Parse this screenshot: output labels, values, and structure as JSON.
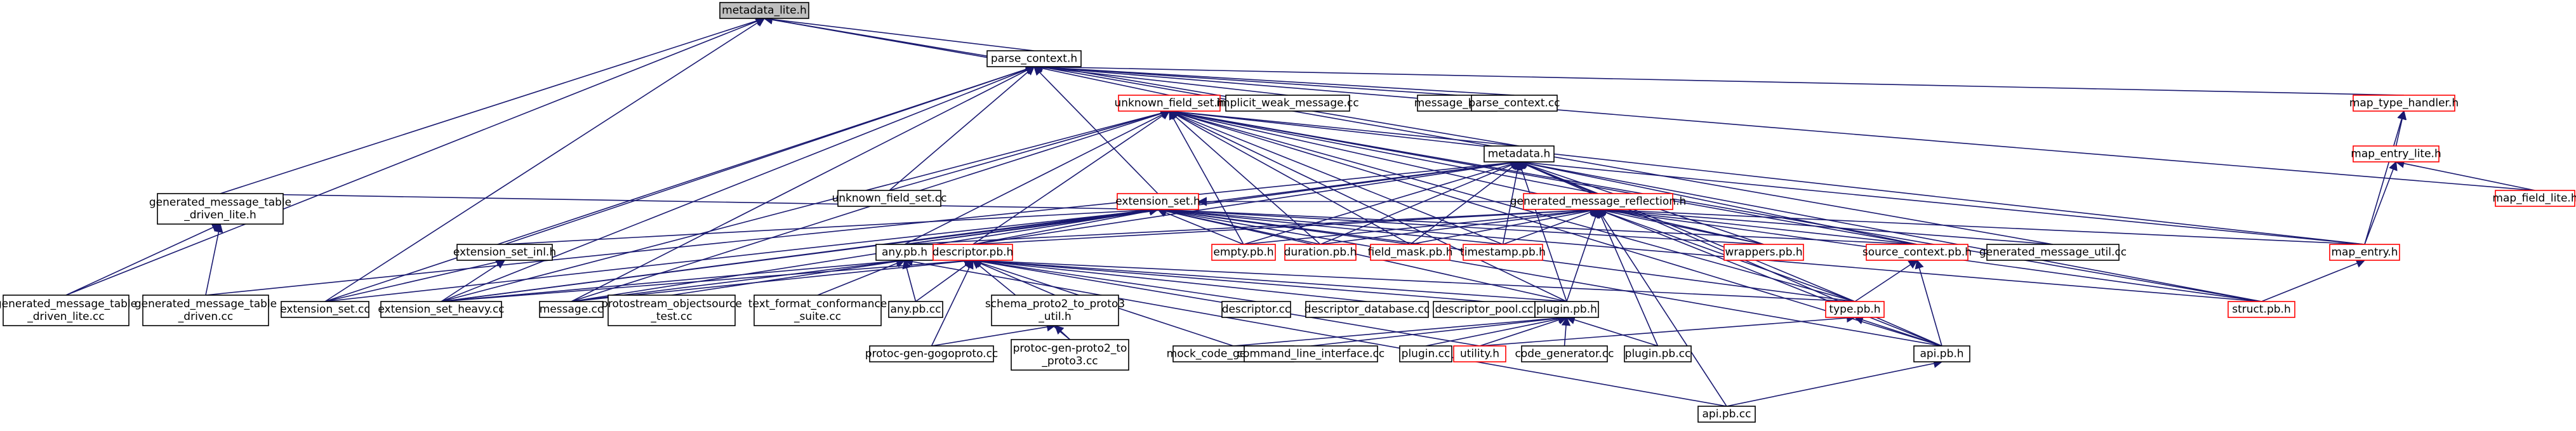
{
  "graph": {
    "nodes": [
      {
        "id": "metadata_lite",
        "label": "metadata_lite.h",
        "style": "current"
      },
      {
        "id": "parse_context",
        "label": "parse_context.h",
        "style": "normal"
      },
      {
        "id": "unknown_field_set",
        "label": "unknown_field_set.h",
        "style": "red"
      },
      {
        "id": "implicit_weak_message",
        "label": "implicit_weak_message.cc",
        "style": "normal"
      },
      {
        "id": "message_lite_cc",
        "label": "message_lite.cc",
        "style": "normal"
      },
      {
        "id": "parse_context_cc",
        "label": "parse_context.cc",
        "style": "normal"
      },
      {
        "id": "map_type_handler",
        "label": "map_type_handler.h",
        "style": "red"
      },
      {
        "id": "metadata",
        "label": "metadata.h",
        "style": "normal"
      },
      {
        "id": "map_entry_lite",
        "label": "map_entry_lite.h",
        "style": "red"
      },
      {
        "id": "map_field_lite",
        "label": "map_field_lite.h",
        "style": "red"
      },
      {
        "id": "unknown_field_set_cc",
        "label": "unknown_field_set.cc",
        "style": "normal"
      },
      {
        "id": "extension_set",
        "label": "extension_set.h",
        "style": "red"
      },
      {
        "id": "generated_message_reflection",
        "label": "generated_message_reflection.h",
        "style": "red"
      },
      {
        "id": "gmt_driven_lite_h",
        "label": [
          "generated_message_table",
          "_driven_lite.h"
        ],
        "style": "normal"
      },
      {
        "id": "extension_set_inl",
        "label": "extension_set_inl.h",
        "style": "normal"
      },
      {
        "id": "any_pb_h",
        "label": "any.pb.h",
        "style": "normal"
      },
      {
        "id": "descriptor_pb_h",
        "label": "descriptor.pb.h",
        "style": "red"
      },
      {
        "id": "empty_pb",
        "label": "empty.pb.h",
        "style": "red"
      },
      {
        "id": "duration_pb",
        "label": "duration.pb.h",
        "style": "red"
      },
      {
        "id": "field_mask_pb",
        "label": "field_mask.pb.h",
        "style": "red"
      },
      {
        "id": "timestamp_pb",
        "label": "timestamp.pb.h",
        "style": "red"
      },
      {
        "id": "wrappers_pb",
        "label": "wrappers.pb.h",
        "style": "red"
      },
      {
        "id": "source_context_pb",
        "label": "source_context.pb.h",
        "style": "red"
      },
      {
        "id": "gm_util_cc",
        "label": "generated_message_util.cc",
        "style": "normal"
      },
      {
        "id": "map_entry",
        "label": "map_entry.h",
        "style": "red"
      },
      {
        "id": "gmt_driven_lite_cc",
        "label": [
          "generated_message_table",
          "_driven_lite.cc"
        ],
        "style": "normal"
      },
      {
        "id": "gmt_driven_cc",
        "label": [
          "generated_message_table",
          "_driven.cc"
        ],
        "style": "normal"
      },
      {
        "id": "extension_set_cc",
        "label": "extension_set.cc",
        "style": "normal"
      },
      {
        "id": "extension_set_heavy_cc",
        "label": "extension_set_heavy.cc",
        "style": "normal"
      },
      {
        "id": "message_cc",
        "label": "message.cc",
        "style": "normal"
      },
      {
        "id": "protostream_test",
        "label": [
          "protostream_objectsource",
          "_test.cc"
        ],
        "style": "normal"
      },
      {
        "id": "text_format_suite",
        "label": [
          "text_format_conformance",
          "_suite.cc"
        ],
        "style": "normal"
      },
      {
        "id": "any_pb_cc",
        "label": "any.pb.cc",
        "style": "normal"
      },
      {
        "id": "schema_proto2_util",
        "label": [
          "schema_proto2_to_proto3",
          "_util.h"
        ],
        "style": "normal"
      },
      {
        "id": "descriptor_cc",
        "label": "descriptor.cc",
        "style": "normal"
      },
      {
        "id": "descriptor_database_cc",
        "label": "descriptor_database.cc",
        "style": "normal"
      },
      {
        "id": "descriptor_pool_cc",
        "label": "descriptor_pool.cc",
        "style": "normal"
      },
      {
        "id": "plugin_pb_h",
        "label": "plugin.pb.h",
        "style": "normal"
      },
      {
        "id": "type_pb",
        "label": "type.pb.h",
        "style": "red"
      },
      {
        "id": "struct_pb",
        "label": "struct.pb.h",
        "style": "red"
      },
      {
        "id": "protoc_gogoproto",
        "label": "protoc-gen-gogoproto.cc",
        "style": "normal"
      },
      {
        "id": "protoc_proto2_to_proto3",
        "label": [
          "protoc-gen-proto2_to",
          "_proto3.cc"
        ],
        "style": "normal"
      },
      {
        "id": "mock_code_gen",
        "label": "mock_code_generator.cc",
        "style": "normal"
      },
      {
        "id": "cli_cc",
        "label": "command_line_interface.cc",
        "style": "normal"
      },
      {
        "id": "plugin_cc",
        "label": "plugin.cc",
        "style": "normal"
      },
      {
        "id": "utility",
        "label": "utility.h",
        "style": "red"
      },
      {
        "id": "code_generator_cc",
        "label": "code_generator.cc",
        "style": "normal"
      },
      {
        "id": "plugin_pb_cc",
        "label": "plugin.pb.cc",
        "style": "normal"
      },
      {
        "id": "api_pb_h",
        "label": "api.pb.h",
        "style": "normal"
      },
      {
        "id": "api_pb_cc",
        "label": "api.pb.cc",
        "style": "normal"
      }
    ],
    "edges": [
      [
        "metadata_lite",
        "parse_context"
      ],
      [
        "metadata_lite",
        "metadata"
      ],
      [
        "metadata_lite",
        "gmt_driven_lite_h"
      ],
      [
        "metadata_lite",
        "extension_set_cc"
      ],
      [
        "metadata_lite",
        "gmt_driven_lite_cc"
      ],
      [
        "metadata_lite",
        "gm_util_cc"
      ],
      [
        "parse_context",
        "unknown_field_set"
      ],
      [
        "parse_context",
        "implicit_weak_message"
      ],
      [
        "parse_context",
        "message_lite_cc"
      ],
      [
        "parse_context",
        "parse_context_cc"
      ],
      [
        "parse_context",
        "map_type_handler"
      ],
      [
        "parse_context",
        "map_field_lite"
      ],
      [
        "parse_context",
        "unknown_field_set_cc"
      ],
      [
        "parse_context",
        "extension_set"
      ],
      [
        "parse_context",
        "extension_set_inl"
      ],
      [
        "parse_context",
        "extension_set_cc"
      ],
      [
        "parse_context",
        "extension_set_heavy_cc"
      ],
      [
        "parse_context",
        "message_cc"
      ],
      [
        "unknown_field_set",
        "metadata"
      ],
      [
        "unknown_field_set",
        "unknown_field_set_cc"
      ],
      [
        "unknown_field_set",
        "generated_message_reflection"
      ],
      [
        "unknown_field_set",
        "any_pb_h"
      ],
      [
        "unknown_field_set",
        "descriptor_pb_h"
      ],
      [
        "unknown_field_set",
        "empty_pb"
      ],
      [
        "unknown_field_set",
        "duration_pb"
      ],
      [
        "unknown_field_set",
        "field_mask_pb"
      ],
      [
        "unknown_field_set",
        "timestamp_pb"
      ],
      [
        "unknown_field_set",
        "wrappers_pb"
      ],
      [
        "unknown_field_set",
        "source_context_pb"
      ],
      [
        "unknown_field_set",
        "type_pb"
      ],
      [
        "unknown_field_set",
        "struct_pb"
      ],
      [
        "unknown_field_set",
        "plugin_pb_h"
      ],
      [
        "unknown_field_set",
        "api_pb_h"
      ],
      [
        "unknown_field_set",
        "extension_set_heavy_cc"
      ],
      [
        "unknown_field_set",
        "message_cc"
      ],
      [
        "unknown_field_set",
        "map_entry"
      ],
      [
        "map_type_handler",
        "map_entry_lite"
      ],
      [
        "map_type_handler",
        "map_entry"
      ],
      [
        "metadata",
        "generated_message_reflection"
      ],
      [
        "metadata",
        "empty_pb"
      ],
      [
        "metadata",
        "duration_pb"
      ],
      [
        "metadata",
        "field_mask_pb"
      ],
      [
        "metadata",
        "timestamp_pb"
      ],
      [
        "metadata",
        "wrappers_pb"
      ],
      [
        "metadata",
        "source_context_pb"
      ],
      [
        "metadata",
        "descriptor_pb_h"
      ],
      [
        "metadata",
        "any_pb_h"
      ],
      [
        "metadata",
        "type_pb"
      ],
      [
        "metadata",
        "struct_pb"
      ],
      [
        "metadata",
        "plugin_pb_h"
      ],
      [
        "metadata",
        "api_pb_h"
      ],
      [
        "metadata",
        "map_entry"
      ],
      [
        "metadata",
        "gmt_driven_cc"
      ],
      [
        "metadata",
        "extension_set_heavy_cc"
      ],
      [
        "map_entry_lite",
        "map_field_lite"
      ],
      [
        "map_entry_lite",
        "map_entry"
      ],
      [
        "extension_set",
        "extension_set_inl"
      ],
      [
        "extension_set",
        "any_pb_h"
      ],
      [
        "extension_set",
        "descriptor_pb_h"
      ],
      [
        "extension_set",
        "empty_pb"
      ],
      [
        "extension_set",
        "duration_pb"
      ],
      [
        "extension_set",
        "field_mask_pb"
      ],
      [
        "extension_set",
        "timestamp_pb"
      ],
      [
        "extension_set",
        "wrappers_pb"
      ],
      [
        "extension_set",
        "generated_message_reflection"
      ],
      [
        "extension_set",
        "gmt_driven_lite_h"
      ],
      [
        "extension_set",
        "extension_set_cc"
      ],
      [
        "extension_set",
        "extension_set_heavy_cc"
      ],
      [
        "extension_set",
        "message_cc"
      ],
      [
        "extension_set",
        "type_pb"
      ],
      [
        "extension_set",
        "struct_pb"
      ],
      [
        "extension_set",
        "plugin_pb_h"
      ],
      [
        "extension_set",
        "api_pb_h"
      ],
      [
        "extension_set",
        "source_context_pb"
      ],
      [
        "generated_message_reflection",
        "empty_pb"
      ],
      [
        "generated_message_reflection",
        "duration_pb"
      ],
      [
        "generated_message_reflection",
        "field_mask_pb"
      ],
      [
        "generated_message_reflection",
        "timestamp_pb"
      ],
      [
        "generated_message_reflection",
        "wrappers_pb"
      ],
      [
        "generated_message_reflection",
        "source_context_pb"
      ],
      [
        "generated_message_reflection",
        "gm_util_cc"
      ],
      [
        "generated_message_reflection",
        "map_entry"
      ],
      [
        "generated_message_reflection",
        "any_pb_h"
      ],
      [
        "generated_message_reflection",
        "descriptor_pb_h"
      ],
      [
        "generated_message_reflection",
        "type_pb"
      ],
      [
        "generated_message_reflection",
        "struct_pb"
      ],
      [
        "generated_message_reflection",
        "plugin_pb_h"
      ],
      [
        "generated_message_reflection",
        "api_pb_h"
      ],
      [
        "generated_message_reflection",
        "api_pb_cc"
      ],
      [
        "generated_message_reflection",
        "plugin_pb_cc"
      ],
      [
        "gmt_driven_lite_h",
        "gmt_driven_lite_cc"
      ],
      [
        "gmt_driven_lite_h",
        "gmt_driven_cc"
      ],
      [
        "extension_set_inl",
        "extension_set_cc"
      ],
      [
        "extension_set_inl",
        "extension_set_heavy_cc"
      ],
      [
        "any_pb_h",
        "any_pb_cc"
      ],
      [
        "any_pb_h",
        "message_cc"
      ],
      [
        "any_pb_h",
        "protostream_test"
      ],
      [
        "any_pb_h",
        "text_format_suite"
      ],
      [
        "any_pb_h",
        "api_pb_cc"
      ],
      [
        "any_pb_h",
        "extension_set_heavy_cc"
      ],
      [
        "descriptor_pb_h",
        "schema_proto2_util"
      ],
      [
        "descriptor_pb_h",
        "descriptor_cc"
      ],
      [
        "descriptor_pb_h",
        "descriptor_database_cc"
      ],
      [
        "descriptor_pb_h",
        "descriptor_pool_cc"
      ],
      [
        "descriptor_pb_h",
        "plugin_pb_h"
      ],
      [
        "descriptor_pb_h",
        "protoc_gogoproto"
      ],
      [
        "descriptor_pb_h",
        "protoc_proto2_to_proto3"
      ],
      [
        "descriptor_pb_h",
        "mock_code_gen"
      ],
      [
        "descriptor_pb_h",
        "utility"
      ],
      [
        "descriptor_pb_h",
        "type_pb"
      ],
      [
        "descriptor_pb_h",
        "any_pb_cc"
      ],
      [
        "descriptor_pb_h",
        "message_cc"
      ],
      [
        "descriptor_pb_h",
        "extension_set_heavy_cc"
      ],
      [
        "schema_proto2_util",
        "protoc_gogoproto"
      ],
      [
        "schema_proto2_util",
        "protoc_proto2_to_proto3"
      ],
      [
        "source_context_pb",
        "type_pb"
      ],
      [
        "source_context_pb",
        "api_pb_h"
      ],
      [
        "type_pb",
        "api_pb_h"
      ],
      [
        "type_pb",
        "utility"
      ],
      [
        "map_entry",
        "struct_pb"
      ],
      [
        "plugin_pb_h",
        "mock_code_gen"
      ],
      [
        "plugin_pb_h",
        "cli_cc"
      ],
      [
        "plugin_pb_h",
        "plugin_cc"
      ],
      [
        "plugin_pb_h",
        "utility"
      ],
      [
        "plugin_pb_h",
        "code_generator_cc"
      ],
      [
        "plugin_pb_h",
        "plugin_pb_cc"
      ],
      [
        "api_pb_h",
        "api_pb_cc"
      ]
    ]
  }
}
